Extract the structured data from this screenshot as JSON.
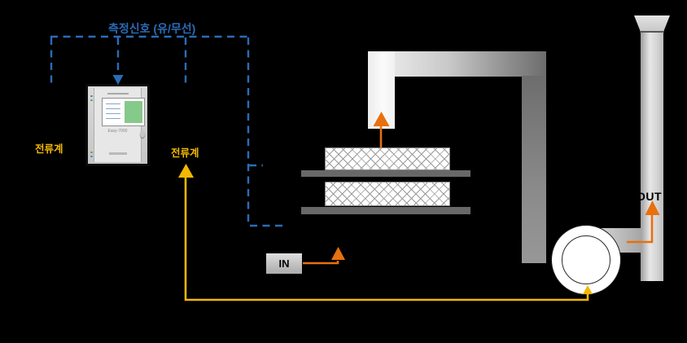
{
  "labels": {
    "signal_title": "측정신호 (유/무선)",
    "ammeter_left": "전류계",
    "ammeter_middle": "전류계",
    "inlet": "IN",
    "outlet": "OUT"
  },
  "device": {
    "model_label": "Easy-7000"
  },
  "colors": {
    "background": "#000000",
    "signal_blue": "#2a6cb8",
    "ammeter_yellow": "#f2b705",
    "flow_orange": "#e8700e",
    "plate_gray": "#686868"
  }
}
